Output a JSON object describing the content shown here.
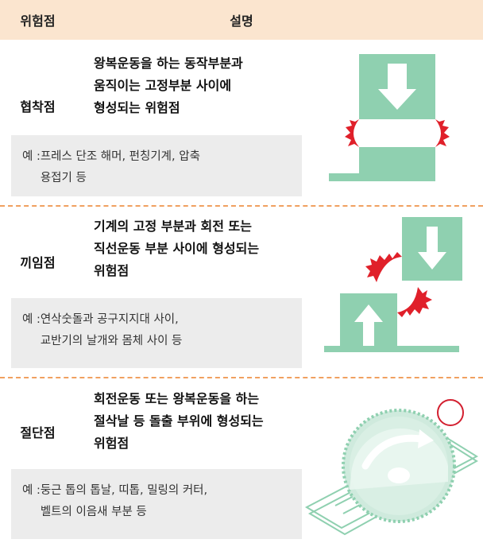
{
  "header": {
    "col1": "위험점",
    "col2": "설명"
  },
  "colors": {
    "header_bg": "#fbe5cf",
    "mint": "#8fd0b0",
    "danger": "#e0202a",
    "divider": "#f0a060",
    "example_bg": "#ececec"
  },
  "rows": [
    {
      "name": "협착점",
      "description": "왕복운동을 하는 동작부분과\n움직이는 고정부분 사이에\n형성되는 위험점",
      "example_prefix": "예 : ",
      "example": "프레스 단조 해머, 펀칭기계, 압축\n용접기 등"
    },
    {
      "name": "끼임점",
      "description": "기계의 고정 부분과 회전 또는\n직선운동 부분 사이에 형성되는\n위험점",
      "example_prefix": "예 : ",
      "example": "연삭숫돌과 공구지지대 사이,\n교반기의 날개와 몸체 사이 등"
    },
    {
      "name": "절단점",
      "description": "회전운동 또는 왕복운동을 하는\n절삭날 등 돌출 부위에 형성되는\n위험점",
      "example_prefix": "예 : ",
      "example": "둥근 톱의 톱날, 띠톱, 밀링의 커터,\n벨트의 이음새 부분 등"
    }
  ]
}
